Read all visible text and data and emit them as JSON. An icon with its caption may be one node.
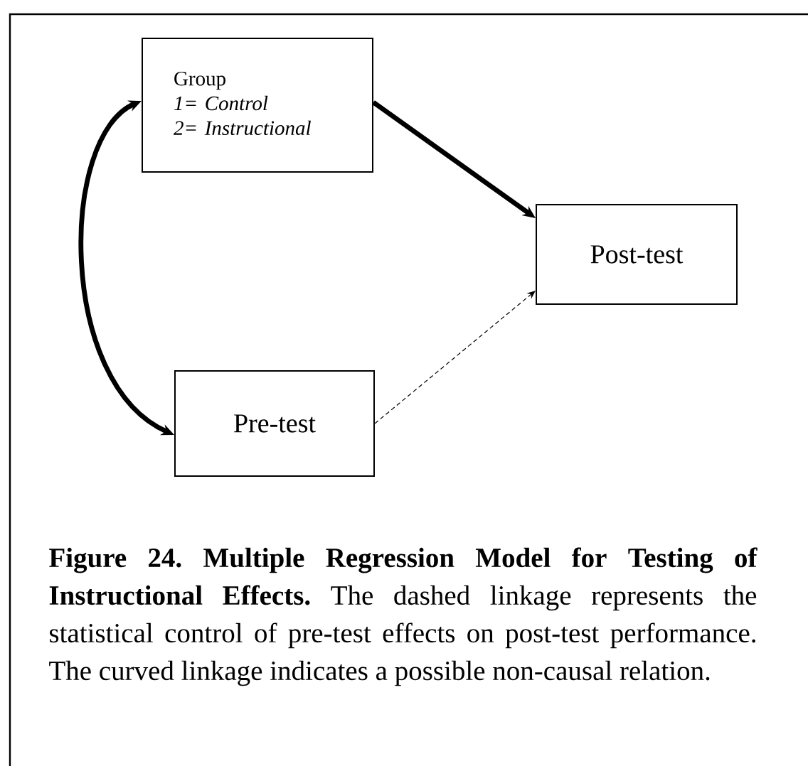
{
  "diagram": {
    "caption": "**Figure 24. Multiple Regression Model for Testing of Instructional Effects.** The dashed linkage represents the statistical control of pre-test effects on post-test performance. The curved linkage indicates a possible non-causal relation.",
    "nodes": [
      {
        "text": [
          "Group",
          "1= Control",
          "2= Instructional"
        ]
      },
      {
        "text": [
          "Post-test"
        ]
      },
      {
        "text": [
          "Pre-test"
        ]
      }
    ],
    "edges": [
      {
        "from": 0,
        "to": 1,
        "arrow": "to"
      },
      {
        "from": 2,
        "to": 1,
        "arrow": "to",
        "style": "dashed"
      },
      {
        "from": 0,
        "to": 2,
        "arrow": "both"
      }
    ]
  }
}
